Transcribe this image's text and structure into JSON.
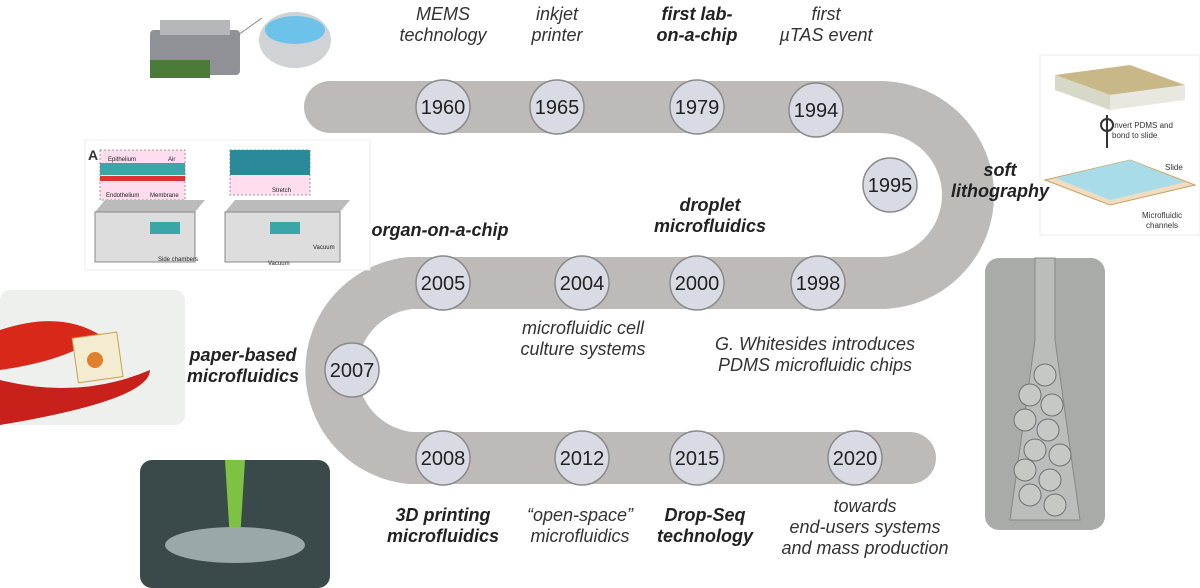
{
  "years": [
    "1960",
    "1965",
    "1979",
    "1994",
    "1995",
    "1998",
    "2000",
    "2004",
    "2005",
    "2007",
    "2008",
    "2012",
    "2015",
    "2020"
  ],
  "labels": {
    "mems": [
      "MEMS",
      "technology"
    ],
    "inkjet": [
      "inkjet",
      "printer"
    ],
    "lab": [
      "first lab-",
      "on-a-chip"
    ],
    "mutas": [
      "first",
      "µTAS event"
    ],
    "soft": [
      "soft",
      "lithography"
    ],
    "droplet": [
      "droplet",
      "microfluidics"
    ],
    "organ": [
      "organ-on-a-chip"
    ],
    "cell": [
      "microfluidic cell",
      "culture systems"
    ],
    "whitesides": [
      "G. Whitesides introduces",
      "PDMS microfluidic chips"
    ],
    "paper": [
      "paper-based",
      "microfluidics"
    ],
    "print3d": [
      "3D printing",
      "microfluidics"
    ],
    "open": [
      "“open-space”",
      "microfluidics"
    ],
    "dropseq": [
      "Drop-Seq",
      "technology"
    ],
    "towards": [
      "towards",
      "end-users systems",
      "and mass production"
    ]
  },
  "figure_text": {
    "organ": [
      "A",
      "Epithelium",
      "Air",
      "Endothelium",
      "Membrane",
      "Stretch",
      "Side chambers",
      "Vacuum",
      "Vacuum"
    ],
    "litho": [
      "Invert PDMS and",
      "bond to slide",
      "Slide",
      "Microfluidic",
      "channels"
    ]
  },
  "colors": {
    "band": "#bdbab8",
    "circle": "#d9dbe4",
    "circle_border": "#8a8a8a"
  }
}
